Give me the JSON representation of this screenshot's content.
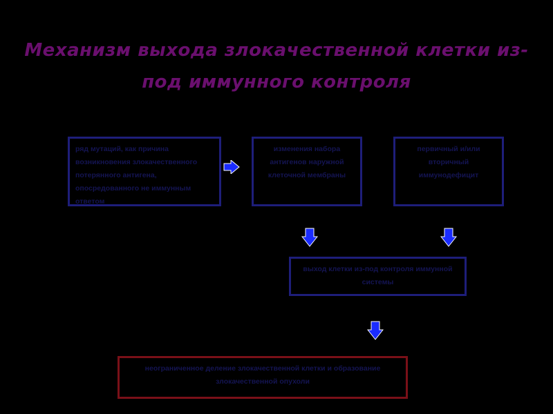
{
  "title": {
    "line1": "Механизм выхода злокачественной клетки из-",
    "line2": "под иммунного контроля"
  },
  "boxes": {
    "box1": "ряд мутаций, как причина возникновения злокачественного потерянного антигена, опосредованного не иммунным ответом",
    "box2": "изменения набора антигенов наружной клеточной мембраны",
    "box3": "первичный и/или вторичный иммунодефицит",
    "box4": "выход клетки из-под контроля иммунной системы",
    "box5": "неограниченное деление злокачественной клетки и образование злокачественной опухоли"
  },
  "colors": {
    "background": "#000000",
    "title": "#6a0f6e",
    "box_border": "#1e1e7a",
    "final_box_border": "#7a1018",
    "arrow_fill": "#1a2cff"
  },
  "icons": {
    "right_arrow": "right-arrow-icon",
    "down_arrow": "down-arrow-icon"
  }
}
